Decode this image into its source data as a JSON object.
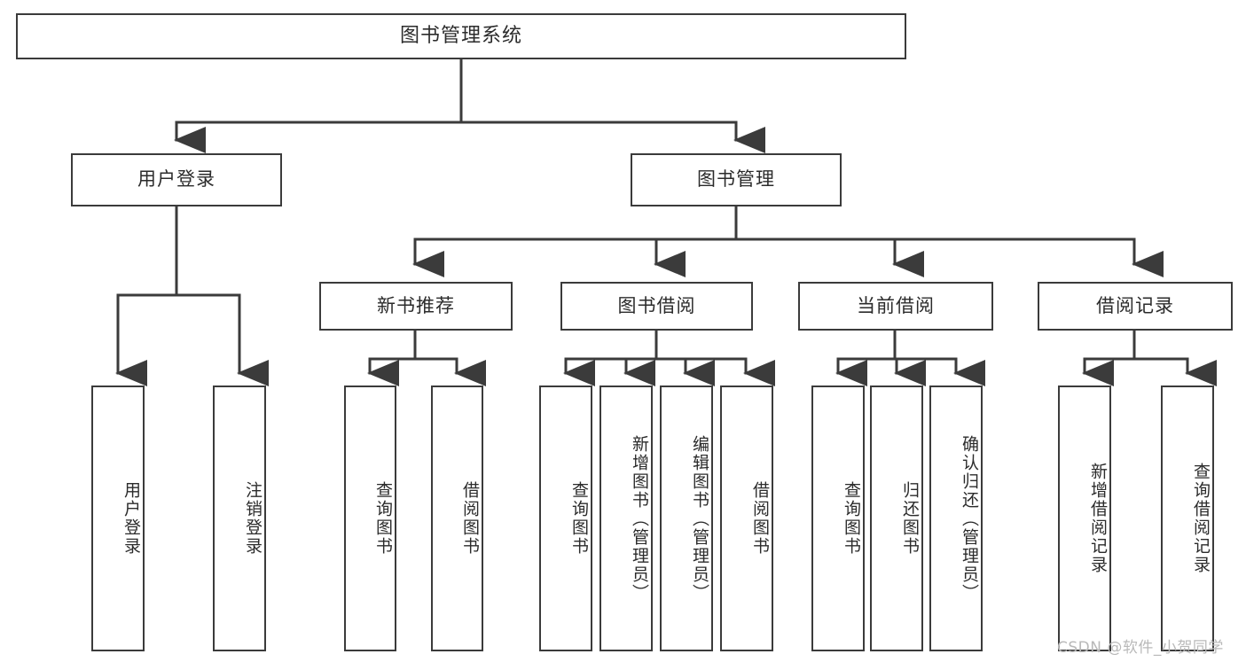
{
  "diagram": {
    "type": "tree",
    "title": "图书管理系统",
    "orientation": "top-down",
    "edge_color": "#3b3b3b",
    "box_border_color": "#3b3b3b",
    "box_fill_color": "#ffffff",
    "text_color": "#2b2b2b"
  },
  "nodes": {
    "root": {
      "label": "图书管理系统"
    },
    "level1": [
      {
        "id": "user-login",
        "label": "用户登录"
      },
      {
        "id": "book-manage",
        "label": "图书管理"
      }
    ],
    "level2": [
      {
        "id": "new-book-recommend",
        "label": "新书推荐"
      },
      {
        "id": "book-borrow",
        "label": "图书借阅"
      },
      {
        "id": "current-borrow",
        "label": "当前借阅"
      },
      {
        "id": "borrow-record",
        "label": "借阅记录"
      }
    ],
    "leaves": {
      "user_login": [
        {
          "id": "leaf-user-login",
          "label": "用户登录"
        },
        {
          "id": "leaf-logout-login",
          "label": "注销登录"
        }
      ],
      "new_book_recommend": [
        {
          "id": "leaf-query-book-1",
          "label": "查询图书"
        },
        {
          "id": "leaf-borrow-book-1",
          "label": "借阅图书"
        }
      ],
      "book_borrow": [
        {
          "id": "leaf-query-book-2",
          "label": "查询图书"
        },
        {
          "id": "leaf-add-book",
          "label": "新增图书（管理员）"
        },
        {
          "id": "leaf-edit-book",
          "label": "编辑图书（管理员）"
        },
        {
          "id": "leaf-borrow-book-2",
          "label": "借阅图书"
        }
      ],
      "current_borrow": [
        {
          "id": "leaf-query-book-3",
          "label": "查询图书"
        },
        {
          "id": "leaf-return-book",
          "label": "归还图书"
        },
        {
          "id": "leaf-confirm-return",
          "label": "确认归还（管理员）"
        }
      ],
      "borrow_record": [
        {
          "id": "leaf-add-record",
          "label": "新增借阅记录"
        },
        {
          "id": "leaf-query-record",
          "label": "查询借阅记录"
        }
      ]
    }
  },
  "watermark": {
    "text": "CSDN @软件_小贺同学"
  }
}
